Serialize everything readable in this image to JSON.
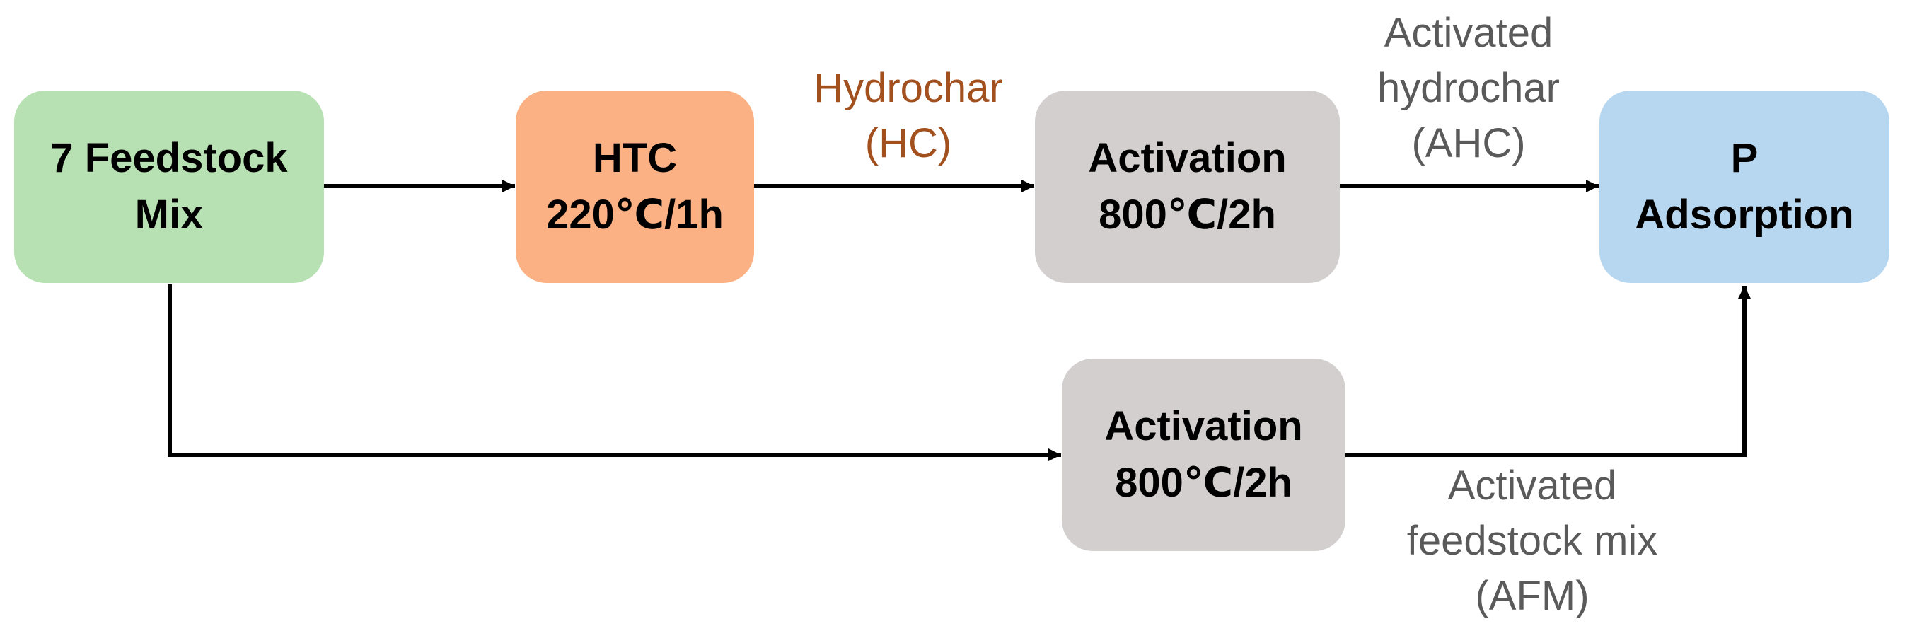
{
  "colors": {
    "feedstock_fill": "#b7e1b2",
    "htc_fill": "#fbb183",
    "activation_fill": "#d3cfcf",
    "adsorption_fill": "#b6d7ef",
    "hydrochar_label": "#a3501f",
    "gray_label": "#5a5a5a",
    "arrow": "#000000"
  },
  "nodes": {
    "feedstock": {
      "line1": "7 Feedstock",
      "line2": "Mix"
    },
    "htc": {
      "line1": "HTC",
      "line2": "220℃/1h"
    },
    "activation_top": {
      "line1": "Activation",
      "line2": "800℃/2h"
    },
    "activation_bottom": {
      "line1": "Activation",
      "line2": "800℃/2h"
    },
    "adsorption": {
      "line1": "P",
      "line2": "Adsorption"
    }
  },
  "edge_labels": {
    "hydrochar": {
      "line1": "Hydrochar",
      "line2": "(HC)"
    },
    "activated_hydrochar": {
      "line1": "Activated",
      "line2": "hydrochar",
      "line3": "(AHC)"
    },
    "activated_feedstock": {
      "line1": "Activated",
      "line2": "feedstock mix",
      "line3": "(AFM)"
    }
  }
}
